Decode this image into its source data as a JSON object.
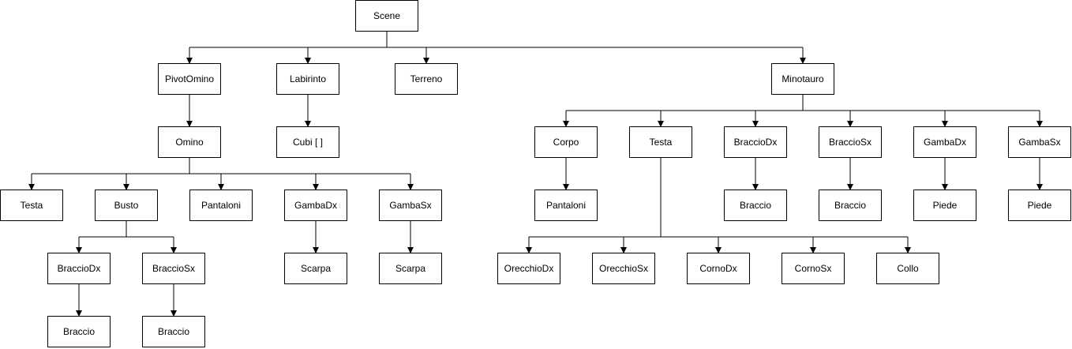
{
  "diagram": {
    "line_color": "#000000",
    "box_fill": "#ffffff",
    "nodes": [
      {
        "id": "scene",
        "label": "Scene"
      },
      {
        "id": "pivotomino",
        "label": "PivotOmino"
      },
      {
        "id": "labirinto",
        "label": "Labirinto"
      },
      {
        "id": "terreno",
        "label": "Terreno"
      },
      {
        "id": "minotauro",
        "label": "Minotauro"
      },
      {
        "id": "omino",
        "label": "Omino"
      },
      {
        "id": "cubi",
        "label": "Cubi [ ]"
      },
      {
        "id": "o-testa",
        "label": "Testa"
      },
      {
        "id": "o-busto",
        "label": "Busto"
      },
      {
        "id": "o-pantaloni",
        "label": "Pantaloni"
      },
      {
        "id": "o-gambadx",
        "label": "GambaDx"
      },
      {
        "id": "o-gambasx",
        "label": "GambaSx"
      },
      {
        "id": "o-bracciodx",
        "label": "BraccioDx"
      },
      {
        "id": "o-bracciosx",
        "label": "BraccioSx"
      },
      {
        "id": "o-scarpa-dx",
        "label": "Scarpa"
      },
      {
        "id": "o-scarpa-sx",
        "label": "Scarpa"
      },
      {
        "id": "o-braccio-dx",
        "label": "Braccio"
      },
      {
        "id": "o-braccio-sx",
        "label": "Braccio"
      },
      {
        "id": "m-corpo",
        "label": "Corpo"
      },
      {
        "id": "m-testa",
        "label": "Testa"
      },
      {
        "id": "m-bracciodx",
        "label": "BraccioDx"
      },
      {
        "id": "m-bracciosx",
        "label": "BraccioSx"
      },
      {
        "id": "m-gambadx",
        "label": "GambaDx"
      },
      {
        "id": "m-gambasx",
        "label": "GambaSx"
      },
      {
        "id": "m-pantaloni",
        "label": "Pantaloni"
      },
      {
        "id": "m-braccio-dx",
        "label": "Braccio"
      },
      {
        "id": "m-braccio-sx",
        "label": "Braccio"
      },
      {
        "id": "m-piede-dx",
        "label": "Piede"
      },
      {
        "id": "m-piede-sx",
        "label": "Piede"
      },
      {
        "id": "m-orecchiodx",
        "label": "OrecchioDx"
      },
      {
        "id": "m-orecchiosx",
        "label": "OrecchioSx"
      },
      {
        "id": "m-cornodx",
        "label": "CornoDx"
      },
      {
        "id": "m-cornosx",
        "label": "CornoSx"
      },
      {
        "id": "m-collo",
        "label": "Collo"
      }
    ],
    "edges": [
      {
        "from": "scene",
        "to": [
          "pivotomino",
          "labirinto",
          "terreno",
          "minotauro"
        ]
      },
      {
        "from": "pivotomino",
        "to": [
          "omino"
        ]
      },
      {
        "from": "labirinto",
        "to": [
          "cubi"
        ]
      },
      {
        "from": "omino",
        "to": [
          "o-testa",
          "o-busto",
          "o-pantaloni",
          "o-gambadx",
          "o-gambasx"
        ]
      },
      {
        "from": "o-busto",
        "to": [
          "o-bracciodx",
          "o-bracciosx"
        ]
      },
      {
        "from": "o-gambadx",
        "to": [
          "o-scarpa-dx"
        ]
      },
      {
        "from": "o-gambasx",
        "to": [
          "o-scarpa-sx"
        ]
      },
      {
        "from": "o-bracciodx",
        "to": [
          "o-braccio-dx"
        ]
      },
      {
        "from": "o-bracciosx",
        "to": [
          "o-braccio-sx"
        ]
      },
      {
        "from": "minotauro",
        "to": [
          "m-corpo",
          "m-testa",
          "m-bracciodx",
          "m-bracciosx",
          "m-gambadx",
          "m-gambasx"
        ]
      },
      {
        "from": "m-corpo",
        "to": [
          "m-pantaloni"
        ]
      },
      {
        "from": "m-bracciodx",
        "to": [
          "m-braccio-dx"
        ]
      },
      {
        "from": "m-bracciosx",
        "to": [
          "m-braccio-sx"
        ]
      },
      {
        "from": "m-gambadx",
        "to": [
          "m-piede-dx"
        ]
      },
      {
        "from": "m-gambasx",
        "to": [
          "m-piede-sx"
        ]
      },
      {
        "from": "m-testa",
        "to": [
          "m-orecchiodx",
          "m-orecchiosx",
          "m-cornodx",
          "m-cornosx",
          "m-collo"
        ]
      }
    ]
  }
}
